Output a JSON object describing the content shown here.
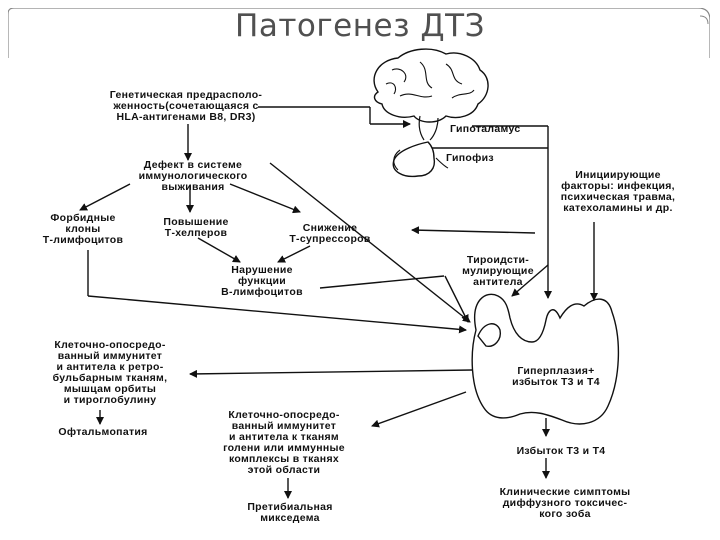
{
  "slide": {
    "title": "Патогенез ДТЗ"
  },
  "nodes": {
    "genetic": "Генетическая предрасполо-\nженность(сочетающаяся с\nHLA-антигенами B8, DR3)",
    "hypothalamus": "Гипоталамус",
    "pituitary": "Гипофиз",
    "immune_defect": "Дефект в системе\nиммунологического\nвыживания",
    "initiating": "Инициирующие\nфакторы: инфекция,\nпсихическая травма,\nкатехоламины и др.",
    "forbidden_clones": "Форбидные\nклоны\nТ-лимфоцитов",
    "t_helpers": "Повышение\nТ-хелперов",
    "t_suppressors": "Снижение\nТ-супрессоров",
    "b_lymph": "Нарушение\nфункции\nВ-лимфоцитов",
    "tsi": "Тироидсти-\nмулирующие\nантитела",
    "cell_immunity_orbit": "Клеточно-опосредо-\nванный иммунитет\nи антитела к ретро-\nбульбарным тканям,\nмышцам орбиты\nи тироглобулину",
    "hyperplasia": "Гиперплазия+\nизбыток Т3 и Т4",
    "ophthalmopathy": "Офтальмопатия",
    "cell_immunity_shin": "Клеточно-опосредо-\nванный иммунитет\nи антитела к тканям\nголени или иммунные\nкомплексы в тканях\nэтой области",
    "excess": "Избыток Т3 и Т4",
    "myxedema": "Претибиальная\nмикседема",
    "clinical": "Клинические симптомы\nдиффузного токсичес-\nкого зоба"
  },
  "colors": {
    "ink": "#111111",
    "title": "#505050",
    "frame": "#888888"
  }
}
